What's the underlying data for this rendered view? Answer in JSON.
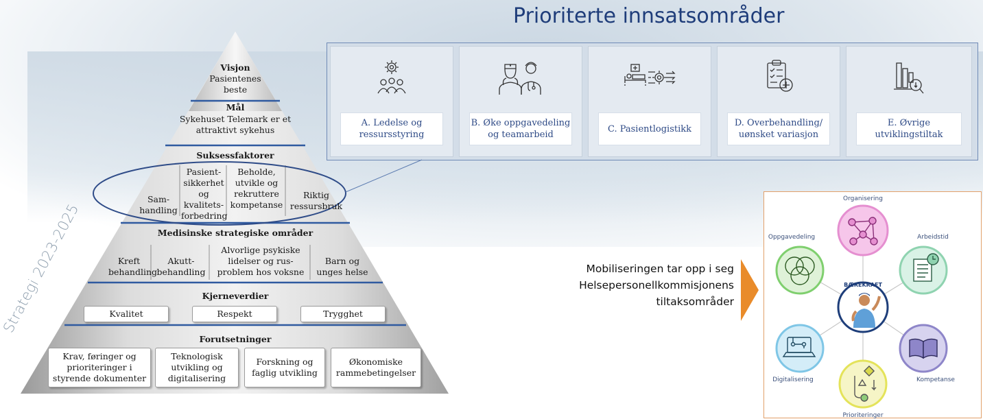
{
  "priority": {
    "title": "Prioriterte innsatsområder",
    "cards": [
      {
        "label": "A. Ledelse og ressursstyring",
        "icon": "leadership-gear-people-icon"
      },
      {
        "label": "B. Øke oppgavedeling og teamarbeid",
        "icon": "nurse-doctor-icon"
      },
      {
        "label": "C. Pasientlogistikk",
        "icon": "bed-gear-icon"
      },
      {
        "label": "D. Overbehandling/ uønsket variasjon",
        "icon": "clipboard-plus-icon"
      },
      {
        "label": "E. Øvrige utviklingstiltak",
        "icon": "chart-magnifier-icon"
      }
    ]
  },
  "pyramid": {
    "vision": {
      "title": "Visjon",
      "text": "Pasientenes beste"
    },
    "goal": {
      "title": "Mål",
      "text": "Sykehuset Telemark er et attraktivt sykehus"
    },
    "success": {
      "title": "Suksessfaktorer",
      "items": [
        "Sam-handling",
        "Pasient-sikkerhet og kvalitets-forbedring",
        "Beholde, utvikle og rekruttere kompetanse",
        "Riktig ressursbruk"
      ]
    },
    "medical": {
      "title": "Medisinske strategiske områder",
      "items": [
        "Kreft behandling",
        "Akutt-behandling",
        "Alvorlige psykiske lidelser og rus-problem hos voksne",
        "Barn og unges helse"
      ]
    },
    "values": {
      "title": "Kjerneverdier",
      "items": [
        "Kvalitet",
        "Respekt",
        "Trygghet"
      ]
    },
    "prereq": {
      "title": "Forutsetninger",
      "items": [
        "Krav, føringer og prioriteringer i styrende dokumenter",
        "Teknologisk utvikling og digitalisering",
        "Forskning og faglig utvikling",
        "Økonomiske rammebetingelser"
      ]
    },
    "strategy_label": "Strategi 2023-2025"
  },
  "mobilisation": {
    "lines": [
      "Mobiliseringen tar opp i seg",
      "Helsepersonellkommisjonens",
      "tiltaksområder"
    ]
  },
  "poster": {
    "center_label": "BÆREKRAFT",
    "areas": [
      {
        "label": "Organisering",
        "color": "#e58fd0"
      },
      {
        "label": "Arbeidstid",
        "color": "#8fd3b0"
      },
      {
        "label": "Kompetanse",
        "color": "#8e86c9"
      },
      {
        "label": "Prioriteringer",
        "color": "#e4e35a"
      },
      {
        "label": "Digitalisering",
        "color": "#7fc6e6"
      },
      {
        "label": "Oppgavedeling",
        "color": "#7fcf6e"
      }
    ]
  }
}
